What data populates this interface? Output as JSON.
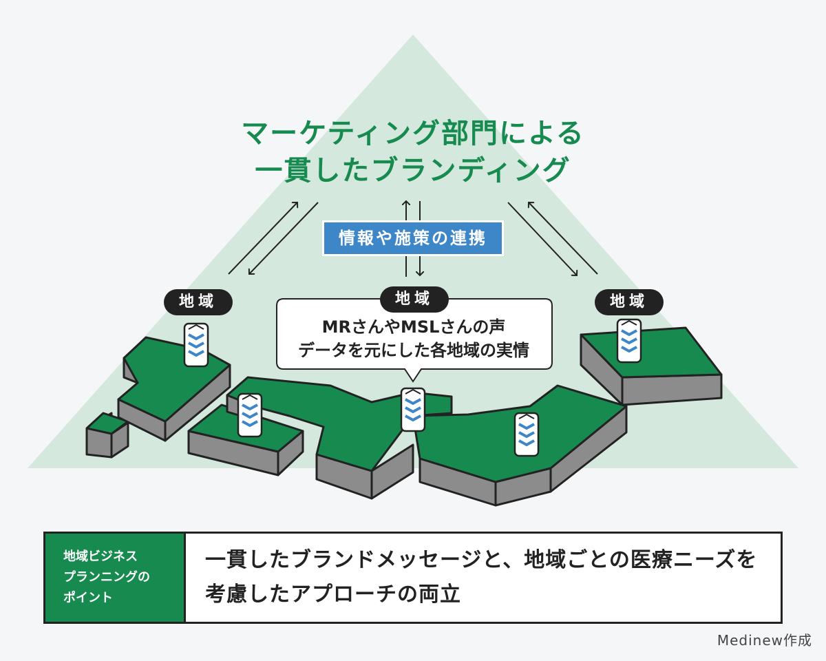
{
  "title": {
    "line1": "マーケティング部門による",
    "line2": "一貫したブランディング"
  },
  "link_label": "情報や施策の連携",
  "region_labels": {
    "left": "地域",
    "center": "地域",
    "right": "地域"
  },
  "callout": {
    "line1": "MRさんやMSLさんの声",
    "line2": "データを元にした各地域の実情"
  },
  "footer": {
    "label_lines": [
      "地域ビジネス",
      "プランニングの",
      "ポイント"
    ],
    "text_lines": [
      "一貫したブランドメッセージと、地域ごとの医療ニーズを",
      "考慮したアプローチの両立"
    ]
  },
  "credit": "Medinew作成",
  "colors": {
    "green": "#178a4f",
    "triangle": "#d4e8dd",
    "blue": "#3d86c8",
    "dark": "#222222",
    "side_gray": "#8c8c8c",
    "background": "#f5f6f8"
  },
  "icons": [
    "database-icon",
    "arrow-up-icon",
    "arrow-down-icon",
    "diagonal-arrow-icon"
  ]
}
